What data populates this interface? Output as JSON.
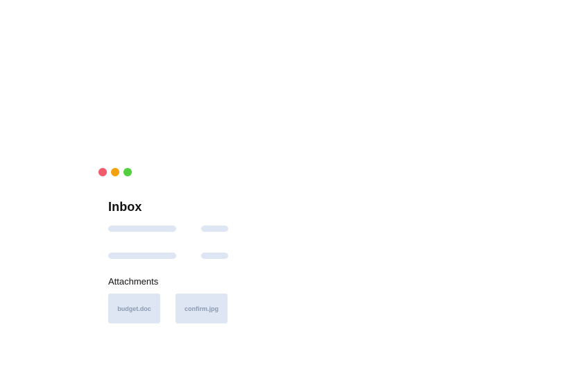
{
  "window_controls": {
    "buttons": [
      {
        "name": "close-button",
        "color": "#f25a6e"
      },
      {
        "name": "minimize-button",
        "color": "#f2a20f"
      },
      {
        "name": "maximize-button",
        "color": "#52cf3d"
      }
    ]
  },
  "main": {
    "title": "Inbox",
    "message_rows": [
      {
        "placeholder": "skeleton"
      },
      {
        "placeholder": "skeleton"
      }
    ],
    "attachments_label": "Attachments",
    "attachments": [
      {
        "filename": "budget.doc"
      },
      {
        "filename": "confirm.jpg"
      }
    ]
  },
  "colors": {
    "skeleton": "#dde6f2",
    "attachment_bg": "#dde6f2",
    "attachment_text": "#8b9bb2",
    "text": "#111111",
    "background": "#ffffff"
  }
}
